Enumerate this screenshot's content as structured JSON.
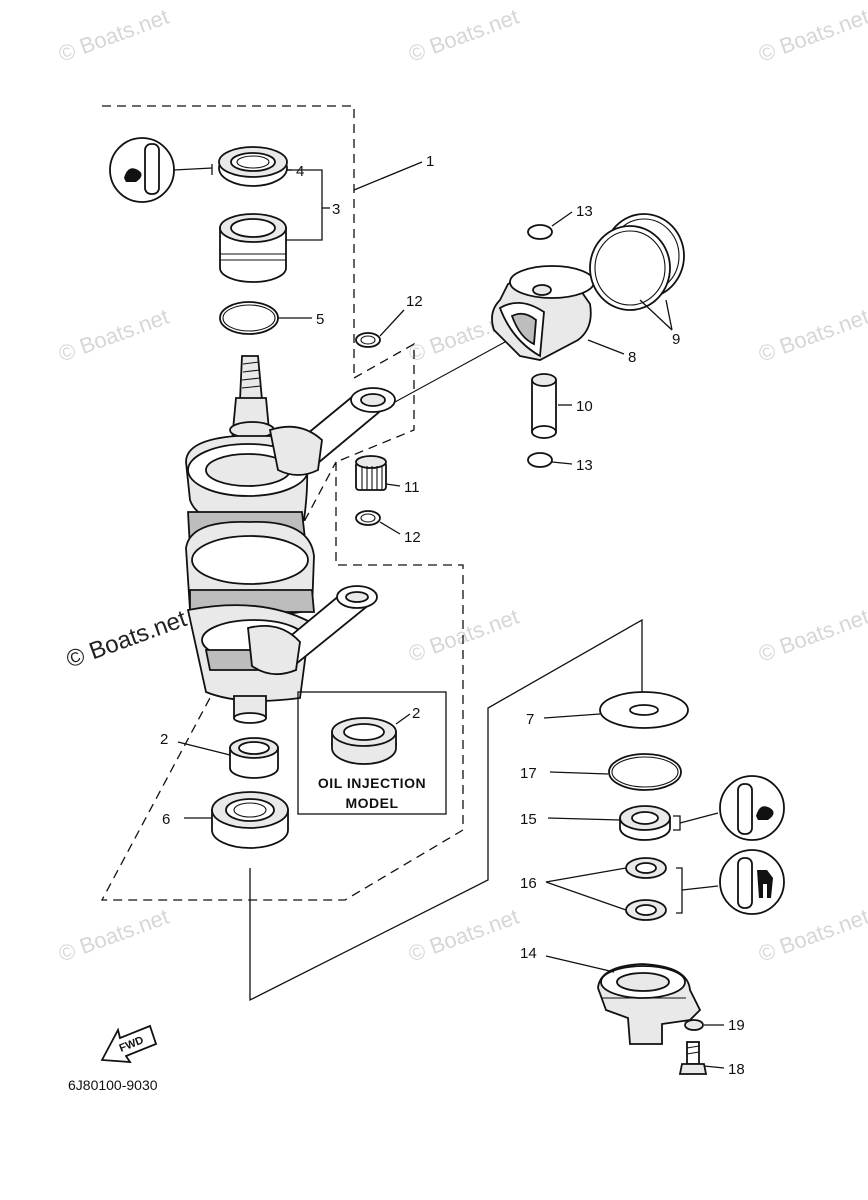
{
  "watermark": {
    "text": "© Boats.net",
    "center_text": "© Boats.net"
  },
  "callouts": {
    "p1": "1",
    "p2a": "2",
    "p2b": "2",
    "p3": "3",
    "p4": "4",
    "p5": "5",
    "p6": "6",
    "p7": "7",
    "p8": "8",
    "p9": "9",
    "p10": "10",
    "p11": "11",
    "p12a": "12",
    "p12b": "12",
    "p13a": "13",
    "p13b": "13",
    "p14": "14",
    "p15": "15",
    "p16": "16",
    "p17": "17",
    "p18": "18",
    "p19": "19"
  },
  "inset_box": {
    "line1": "OIL INJECTION",
    "line2": "MODEL"
  },
  "fwd_label": "FWD",
  "diagram_code": "6J80100-9030"
}
